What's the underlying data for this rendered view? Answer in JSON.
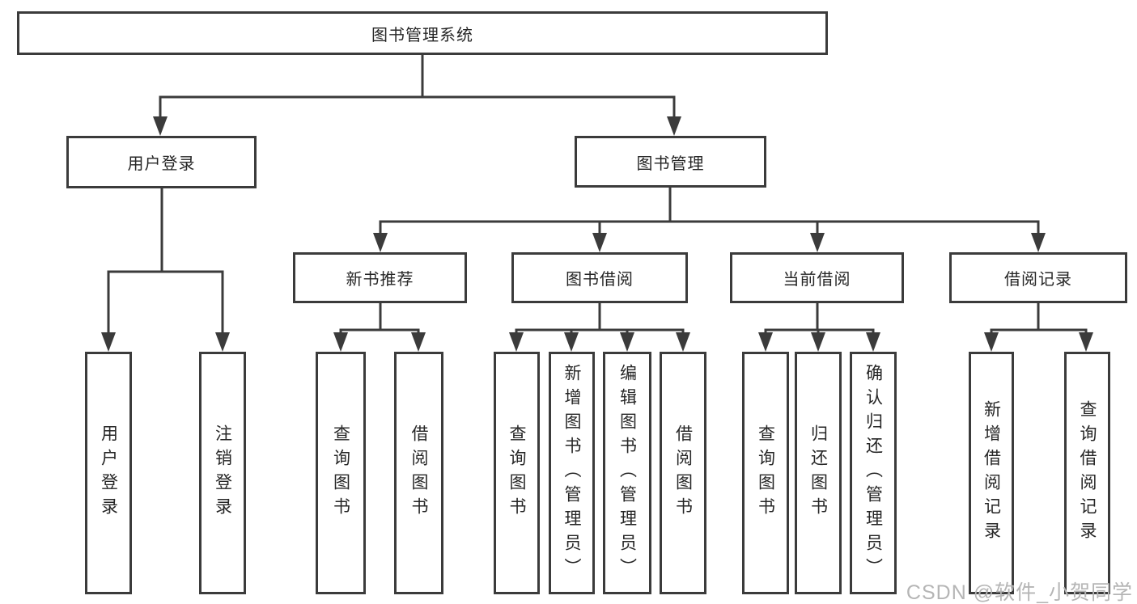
{
  "diagram": {
    "root": {
      "label": "图书管理系统"
    },
    "branches": [
      {
        "label": "用户登录",
        "children": [
          {
            "label": "用户登录"
          },
          {
            "label": "注销登录"
          }
        ]
      },
      {
        "label": "图书管理",
        "children": [
          {
            "label": "新书推荐",
            "children": [
              {
                "label": "查询图书"
              },
              {
                "label": "借阅图书"
              }
            ]
          },
          {
            "label": "图书借阅",
            "children": [
              {
                "label": "查询图书"
              },
              {
                "label": "新增图书（管理员）"
              },
              {
                "label": "编辑图书（管理员）"
              },
              {
                "label": "借阅图书"
              }
            ]
          },
          {
            "label": "当前借阅",
            "children": [
              {
                "label": "查询图书"
              },
              {
                "label": "归还图书"
              },
              {
                "label": "确认归还（管理员）"
              }
            ]
          },
          {
            "label": "借阅记录",
            "children": [
              {
                "label": "新增借阅记录"
              },
              {
                "label": "查询借阅记录"
              }
            ]
          }
        ]
      }
    ]
  },
  "watermark": {
    "text": "CSDN @软件_小贺同学"
  },
  "colors": {
    "line": "#3b3b3b",
    "text": "#262626",
    "watermark": "#b5b5b5",
    "background": "#ffffff"
  }
}
